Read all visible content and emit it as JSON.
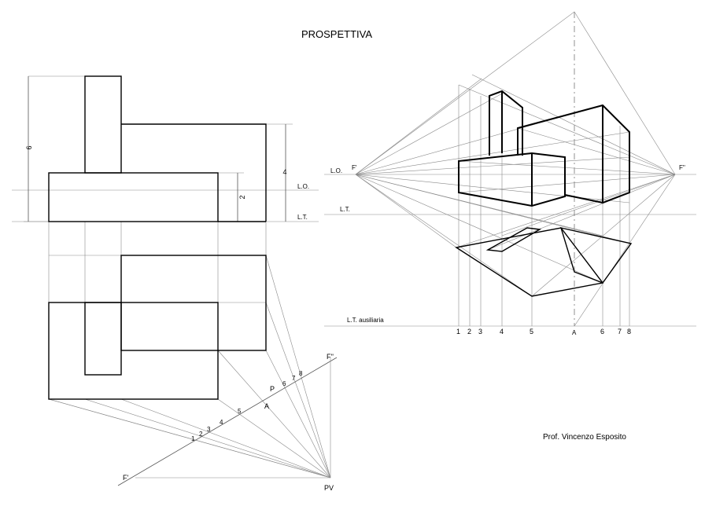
{
  "title": "PROSPETTIVA",
  "author": "Prof. Vincenzo Esposito",
  "dimensions": {
    "total_height": "6",
    "right_block_height": "4",
    "horizon_height": "2"
  },
  "left_labels": {
    "horizon": "L.O.",
    "ground": "L.T."
  },
  "plan_labels": {
    "vp_left": "F'",
    "vp_right": "F''",
    "viewpoint": "PV",
    "point_a": "A",
    "point_p": "P",
    "ticks": [
      "1",
      "2",
      "3",
      "4",
      "5",
      "6",
      "7",
      "8"
    ]
  },
  "perspective_labels": {
    "horizon": "L.O.",
    "ground": "L.T.",
    "aux_ground": "L.T. ausiliaria",
    "vp_left": "F'",
    "vp_right": "F''",
    "point_a": "A",
    "ticks": [
      "1",
      "2",
      "3",
      "4",
      "5",
      "6",
      "7",
      "8"
    ]
  }
}
